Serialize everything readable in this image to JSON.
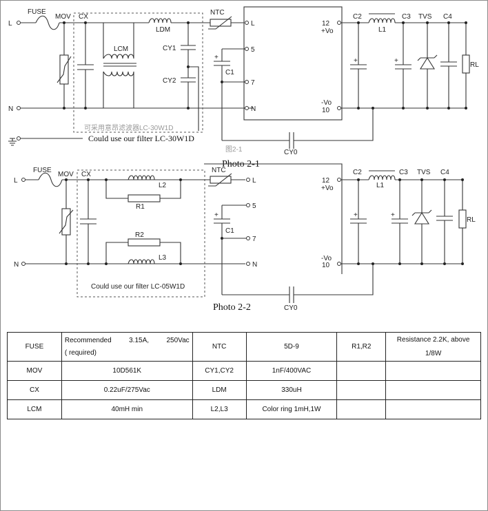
{
  "photo1": {
    "caption": "Photo 2-1",
    "filter_note": "Could use our filter LC-30W1D",
    "faded_note": "可采用意昂滤波器LC-30W1D",
    "faded_fig": "图2-1",
    "labels": {
      "fuse": "FUSE",
      "mov": "MOV",
      "cx": "CX",
      "lcm": "LCM",
      "ldm": "LDM",
      "cy1": "CY1",
      "cy2": "CY2",
      "ntc": "NTC",
      "pin_l": "L",
      "pin_5": "5",
      "pin_7": "7",
      "pin_n": "N",
      "pin_12": "12",
      "vo_plus": "+Vo",
      "vo_minus": "-Vo",
      "pin_10": "10",
      "c1": "C1",
      "c2": "C2",
      "l1": "L1",
      "c3": "C3",
      "tvs": "TVS",
      "c4": "C4",
      "rl": "RL",
      "cy0": "CY0",
      "in_l": "L",
      "in_n": "N",
      "plus": "+"
    }
  },
  "photo2": {
    "caption": "Photo 2-2",
    "filter_note": "Could use our filter LC-05W1D",
    "labels": {
      "fuse": "FUSE",
      "mov": "MOV",
      "cx": "CX",
      "l2": "L2",
      "r1": "R1",
      "r2": "R2",
      "l3": "L3",
      "ntc": "NTC",
      "pin_l": "L",
      "pin_5": "5",
      "pin_7": "7",
      "pin_n": "N",
      "pin_12": "12",
      "vo_plus": "+Vo",
      "vo_minus": "-Vo",
      "pin_10": "10",
      "c1": "C1",
      "c2": "C2",
      "l1": "L1",
      "c3": "C3",
      "tvs": "TVS",
      "c4": "C4",
      "rl": "RL",
      "cy0": "CY0",
      "in_l": "L",
      "in_n": "N",
      "plus": "+"
    }
  },
  "table": {
    "rows": [
      {
        "c1": "FUSE",
        "c2a": "Recommended",
        "c2b": "3.15A,",
        "c2c": "250Vac",
        "c2d": "( required)",
        "c3": "NTC",
        "c4": "5D-9",
        "c5": "R1,R2",
        "c6a": "Resistance 2.2K, above",
        "c6b": "1/8W"
      },
      {
        "c1": "MOV",
        "c2": "10D561K",
        "c3": "CY1,CY2",
        "c4": "1nF/400VAC",
        "c5": "",
        "c6": ""
      },
      {
        "c1": "CX",
        "c2": "0.22uF/275Vac",
        "c3": "LDM",
        "c4": "330uH",
        "c5": "",
        "c6": ""
      },
      {
        "c1": "LCM",
        "c2": "40mH min",
        "c3": "L2,L3",
        "c4": "Color ring 1mH,1W",
        "c5": "",
        "c6": ""
      }
    ]
  }
}
